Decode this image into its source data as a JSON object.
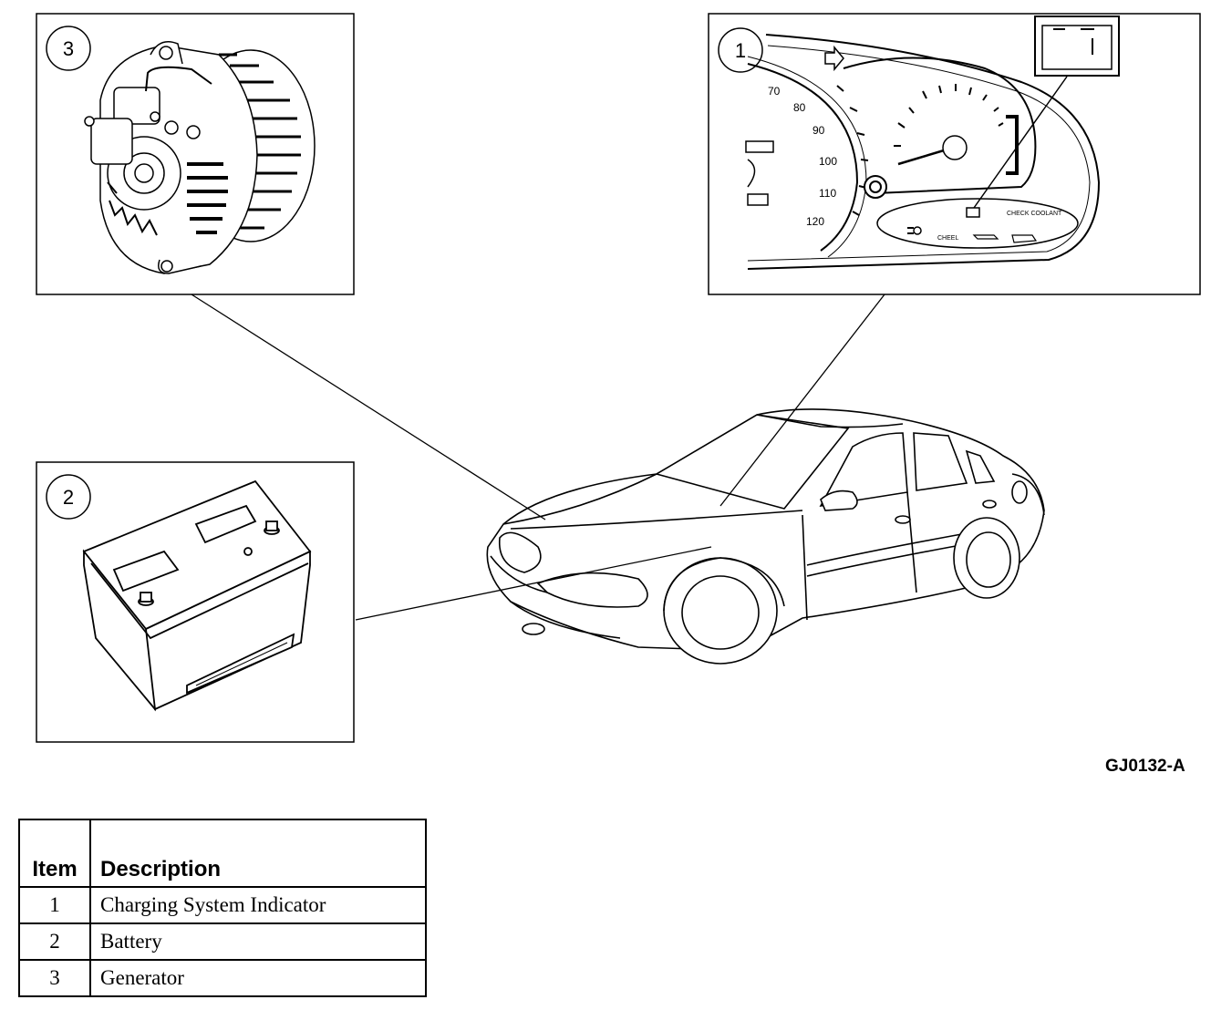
{
  "callouts": [
    {
      "number": "1"
    },
    {
      "number": "2"
    },
    {
      "number": "3"
    }
  ],
  "figure_id": "GJ0132-A",
  "speedometer_numbers": [
    "70",
    "80",
    "90",
    "100",
    "110",
    "120"
  ],
  "indicator_labels": {
    "check_coolant": "CHECK COOLANT",
    "cheel": "CHEEL"
  },
  "legend": {
    "headers": {
      "item": "Item",
      "description": "Description"
    },
    "rows": [
      {
        "item": "1",
        "description": "Charging System Indicator"
      },
      {
        "item": "2",
        "description": "Battery"
      },
      {
        "item": "3",
        "description": "Generator"
      }
    ]
  }
}
